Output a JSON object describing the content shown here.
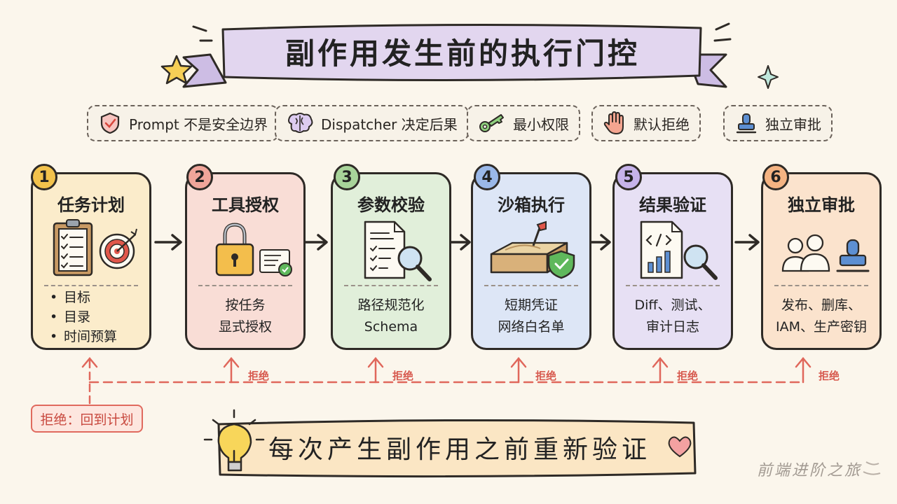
{
  "title": "副作用发生前的执行门控",
  "principles": [
    {
      "icon": "shield-check-icon",
      "label": "Prompt 不是安全边界"
    },
    {
      "icon": "brain-icon",
      "label": "Dispatcher 决定后果"
    },
    {
      "icon": "key-icon",
      "label": "最小权限"
    },
    {
      "icon": "hand-stop-icon",
      "label": "默认拒绝"
    },
    {
      "icon": "stamp-icon",
      "label": "独立审批"
    }
  ],
  "steps": [
    {
      "num": "1",
      "title": "任务计划",
      "items": [
        "目标",
        "目录",
        "时间预算"
      ],
      "lines": [],
      "color": "#fbeccb",
      "badge": "#f2c24c"
    },
    {
      "num": "2",
      "title": "工具授权",
      "items": [],
      "lines": [
        "按任务",
        "显式授权"
      ],
      "color": "#f9ddd6",
      "badge": "#f0a59a"
    },
    {
      "num": "3",
      "title": "参数校验",
      "items": [],
      "lines": [
        "路径规范化",
        "Schema"
      ],
      "color": "#e1efda",
      "badge": "#a8d49a"
    },
    {
      "num": "4",
      "title": "沙箱执行",
      "items": [],
      "lines": [
        "短期凭证",
        "网络白名单"
      ],
      "color": "#dde6f6",
      "badge": "#9ab8e8"
    },
    {
      "num": "5",
      "title": "结果验证",
      "items": [],
      "lines": [
        "Diff、测试、",
        "审计日志"
      ],
      "color": "#e7e0f4",
      "badge": "#c6b3ea"
    },
    {
      "num": "6",
      "title": "独立审批",
      "items": [],
      "lines": [
        "发布、删库、",
        "IAM、生产密钥"
      ],
      "color": "#fbe3cd",
      "badge": "#f4b382"
    }
  ],
  "reject_label": "拒绝",
  "reject_back": "拒绝：回到计划",
  "bottom_banner": "每次产生副作用之前重新验证",
  "watermark": "前端进阶之旅",
  "colors": {
    "background": "#fbf6ec",
    "title_banner": "#e2d6ef",
    "bottom_banner": "#fbe6c4",
    "reject_line": "#e0675b"
  }
}
